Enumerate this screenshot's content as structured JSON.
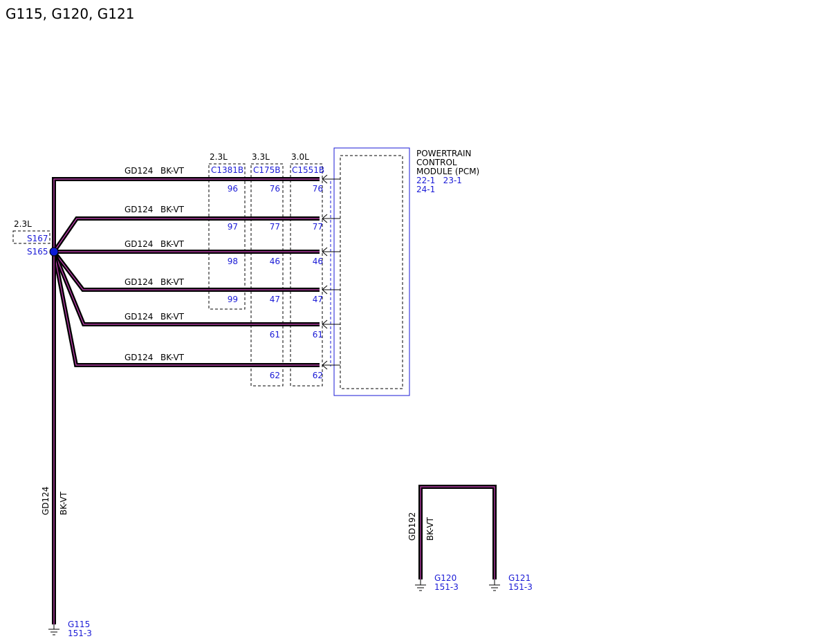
{
  "title": "G115, G120, G121",
  "colors": {
    "pin_text": "#1a1ad6",
    "wire_stripe": "#cc44bb",
    "splice_dot": "#0b1ad6",
    "module_border": "#1a1ad6",
    "module_fill": "#f2f2f2"
  },
  "module": {
    "name_lines": [
      "POWERTRAIN",
      "CONTROL",
      "MODULE (PCM)"
    ],
    "refs_line1": "22-1   23-1",
    "refs_line2": "24-1"
  },
  "connectors": [
    {
      "engine": "2.3L",
      "id": "C1381B",
      "pins": [
        "96",
        "97",
        "98",
        "99"
      ]
    },
    {
      "engine": "3.3L",
      "id": "C175B",
      "pins": [
        "76",
        "77",
        "46",
        "47",
        "61",
        "62"
      ]
    },
    {
      "engine": "3.0L",
      "id": "C1551B",
      "pins": [
        "76",
        "77",
        "46",
        "47",
        "61",
        "62"
      ]
    }
  ],
  "wires": [
    {
      "circuit": "GD124",
      "color": "BK-VT"
    },
    {
      "circuit": "GD124",
      "color": "BK-VT"
    },
    {
      "circuit": "GD124",
      "color": "BK-VT"
    },
    {
      "circuit": "GD124",
      "color": "BK-VT"
    },
    {
      "circuit": "GD124",
      "color": "BK-VT"
    },
    {
      "circuit": "GD124",
      "color": "BK-VT"
    }
  ],
  "splice": {
    "engine": "2.3L",
    "alt_id": "S167",
    "id": "S165"
  },
  "vertical_wire": {
    "circuit": "GD124",
    "color": "BK-VT"
  },
  "ground_g115": {
    "id": "G115",
    "ref": "151-3"
  },
  "ground_wire": {
    "circuit": "GD192",
    "color": "BK-VT"
  },
  "ground_g120": {
    "id": "G120",
    "ref": "151-3"
  },
  "ground_g121": {
    "id": "G121",
    "ref": "151-3"
  }
}
